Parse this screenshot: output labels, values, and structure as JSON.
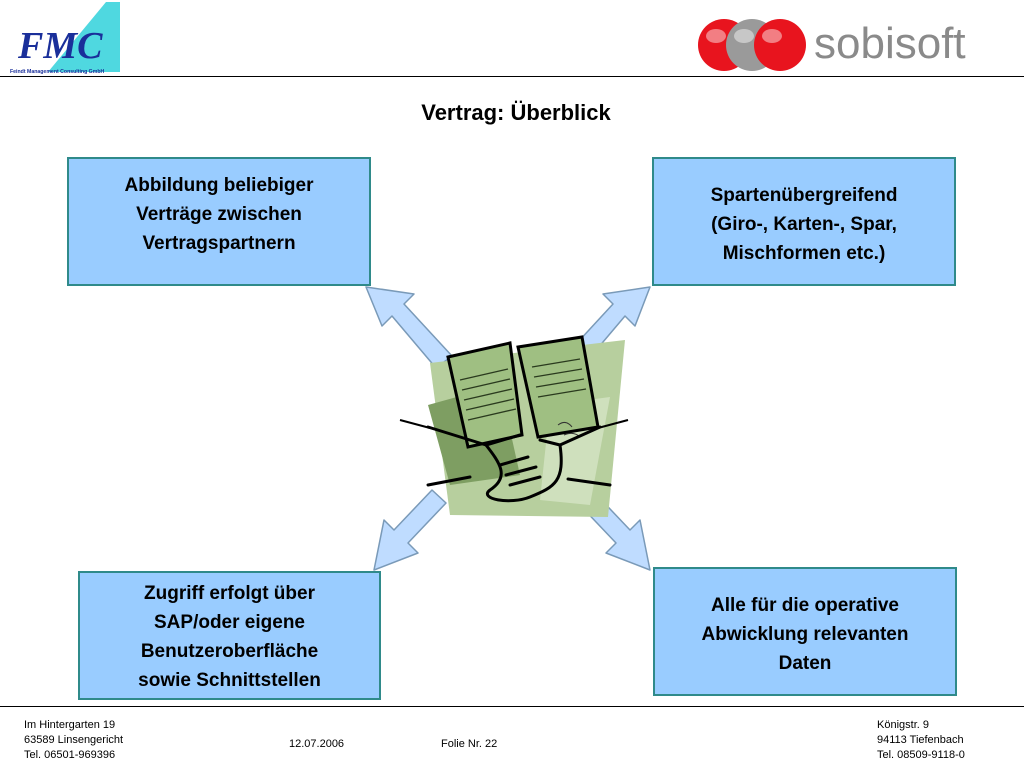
{
  "header": {
    "fmc_logo_text": "FMC",
    "fmc_logo_subtitle": "Feindt Management Consulting GmbH",
    "sobisoft_logo_text": "sobisoft"
  },
  "slide": {
    "title": "Vertrag: Überblick",
    "boxes": {
      "top_left": [
        "Abbildung beliebiger",
        "Verträge zwischen",
        "Vertragspartnern"
      ],
      "top_right": [
        "Spartenübergreifend",
        "(Giro-, Karten-, Spar,",
        "Mischformen etc.)"
      ],
      "bottom_left": [
        "Zugriff erfolgt über",
        "SAP/oder eigene",
        "Benutzeroberfläche",
        "sowie Schnittstellen"
      ],
      "bottom_right": [
        "Alle für die operative",
        "Abwicklung relevanten",
        "Daten"
      ]
    }
  },
  "footer": {
    "left_address": [
      "Im Hintergarten 19",
      "63589 Linsengericht",
      "Tel. 06501-969396"
    ],
    "date": "12.07.2006",
    "slide_number": "Folie Nr. 22",
    "right_address": [
      "Königstr. 9",
      "94113 Tiefenbach",
      "Tel. 08509-9118-0"
    ]
  },
  "colors": {
    "box_fill": "#99ccff",
    "box_border": "#2f8a8a",
    "arrow_fill": "#bfdcff",
    "clipart_green": "#a6c48a"
  }
}
